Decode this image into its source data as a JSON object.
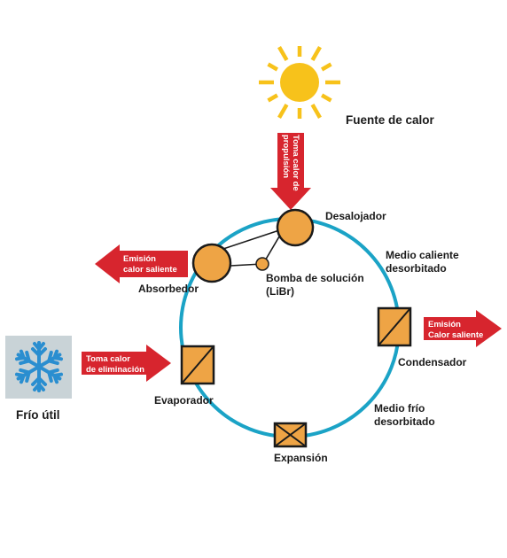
{
  "colors": {
    "cycle": "#1ba3c6",
    "component_fill": "#eea445",
    "outline": "#1a1a1a",
    "arrow": "#d7252e",
    "sun": "#f7c21b",
    "snow_bg": "#c9d3d7",
    "snowflake": "#2a8ed0"
  },
  "icons": {
    "sun": "sun-icon",
    "snowflake": "snowflake-icon"
  },
  "labels": {
    "fuente_de_calor": "Fuente de calor",
    "desalojador": "Desalojador",
    "medio_caliente_1": "Medio caliente",
    "medio_caliente_2": "desorbitado",
    "bomba_1": "Bomba de solución",
    "bomba_2": "(LiBr)",
    "absorbedor": "Absorbedor",
    "condensador": "Condensador",
    "evaporador": "Evaporador",
    "medio_frio_1": "Medio frío",
    "medio_frio_2": "desorbitado",
    "expansion": "Expansión",
    "frio_util": "Frío útil"
  },
  "arrows": {
    "propulsion": {
      "line1": "Toma calor de",
      "line2": "propulsión"
    },
    "emision_left": {
      "line1": "Emisión",
      "line2": "calor saliente"
    },
    "emision_right": {
      "line1": "Emisión",
      "line2": "Calor saliente"
    },
    "eliminacion": {
      "line1": "Toma calor",
      "line2": "de eliminación"
    }
  }
}
